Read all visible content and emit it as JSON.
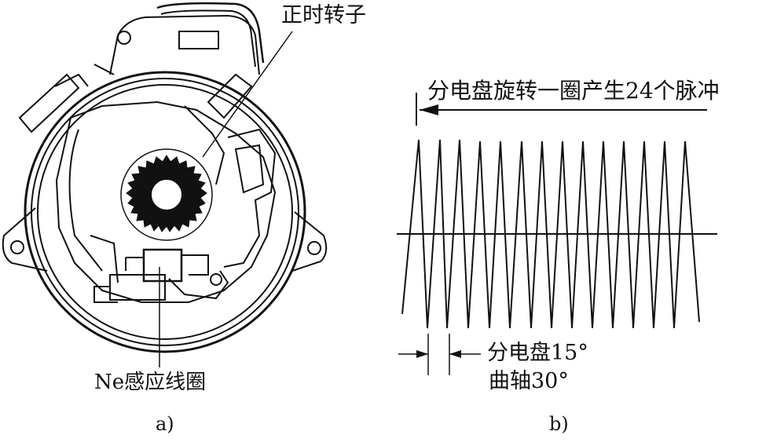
{
  "panel_a": {
    "rotor_label": "正时转子",
    "coil_label": "Ne感应线圈",
    "caption": "a)"
  },
  "panel_b": {
    "pulse_label": "分电盘旋转一圈产生24个脉冲",
    "distributor_angle_label": "分电盘15°",
    "crank_angle_label": "曲轴30°",
    "caption": "b)"
  }
}
